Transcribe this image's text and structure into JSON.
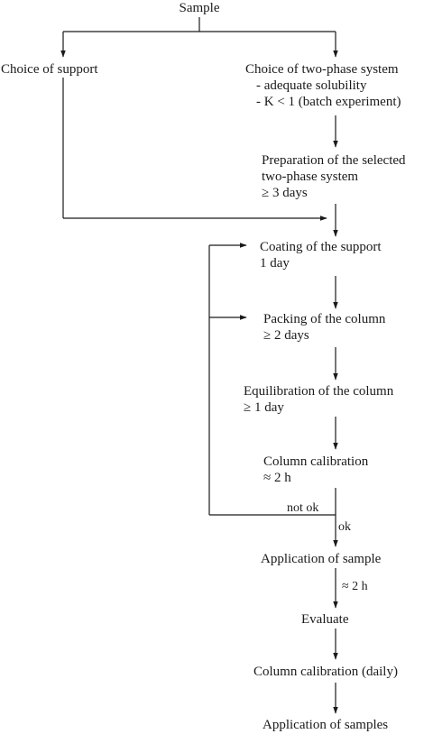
{
  "diagram": {
    "sample": "Sample",
    "choice_support": "Choice of support",
    "choice_system": {
      "title": "Choice of two-phase system",
      "criterion_1": "- adequate solubility",
      "criterion_2": "- K < 1 (batch experiment)"
    },
    "preparation": {
      "line_1": "Preparation of the selected",
      "line_2": "two-phase system",
      "duration": "≥ 3 days"
    },
    "coating": {
      "title": "Coating of the support",
      "duration": "1 day"
    },
    "packing": {
      "title": "Packing of the column",
      "duration": "≥ 2 days"
    },
    "equilibration": {
      "title": "Equilibration of the column",
      "duration": "≥ 1 day"
    },
    "calibration": {
      "title": "Column calibration",
      "duration": "≈ 2 h"
    },
    "branch_not_ok": "not ok",
    "branch_ok": "ok",
    "application": "Application of sample",
    "application_duration": "≈ 2 h",
    "evaluate": "Evaluate",
    "calibration_daily": "Column calibration (daily)",
    "application_samples": "Application of samples"
  }
}
